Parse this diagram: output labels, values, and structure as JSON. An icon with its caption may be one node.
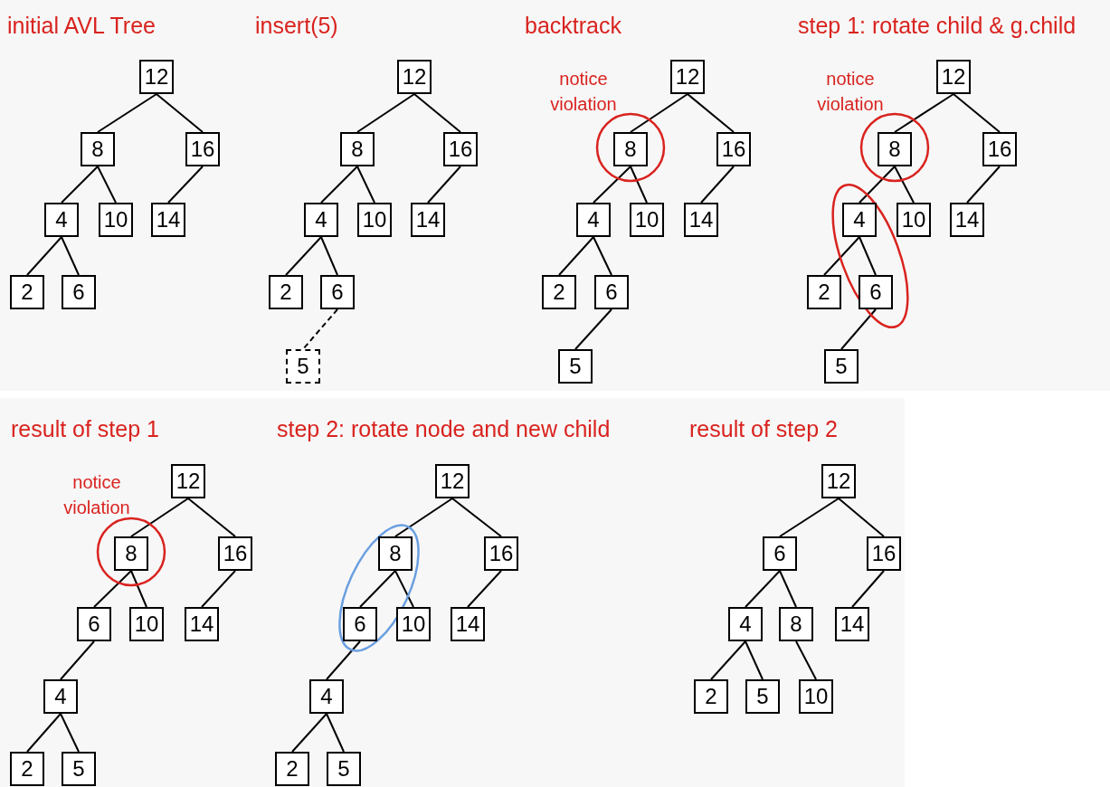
{
  "diagram": {
    "nodes": [
      {
        "text": [
          "12"
        ]
      },
      {
        "text": [
          "8"
        ]
      },
      {
        "text": [
          "16"
        ]
      },
      {
        "text": [
          "4"
        ]
      },
      {
        "text": [
          "10"
        ]
      },
      {
        "text": [
          "14"
        ]
      },
      {
        "text": [
          "2"
        ]
      },
      {
        "text": [
          "6"
        ]
      },
      {
        "text": [
          "12"
        ]
      },
      {
        "text": [
          "8"
        ]
      },
      {
        "text": [
          "16"
        ]
      },
      {
        "text": [
          "4"
        ]
      },
      {
        "text": [
          "10"
        ]
      },
      {
        "text": [
          "14"
        ]
      },
      {
        "text": [
          "2"
        ]
      },
      {
        "text": [
          "6"
        ]
      },
      {
        "text": [
          "5"
        ]
      },
      {
        "text": [
          "12"
        ]
      },
      {
        "text": [
          "8"
        ]
      },
      {
        "text": [
          "16"
        ]
      },
      {
        "text": [
          "4"
        ]
      },
      {
        "text": [
          "10"
        ]
      },
      {
        "text": [
          "14"
        ]
      },
      {
        "text": [
          "2"
        ]
      },
      {
        "text": [
          "6"
        ]
      },
      {
        "text": [
          "5"
        ]
      },
      {
        "text": [
          "12"
        ]
      },
      {
        "text": [
          "8"
        ]
      },
      {
        "text": [
          "16"
        ]
      },
      {
        "text": [
          "4"
        ]
      },
      {
        "text": [
          "10"
        ]
      },
      {
        "text": [
          "14"
        ]
      },
      {
        "text": [
          "2"
        ]
      },
      {
        "text": [
          "6"
        ]
      },
      {
        "text": [
          "5"
        ]
      },
      {
        "text": [
          "12"
        ]
      },
      {
        "text": [
          "8"
        ]
      },
      {
        "text": [
          "16"
        ]
      },
      {
        "text": [
          "6"
        ]
      },
      {
        "text": [
          "10"
        ]
      },
      {
        "text": [
          "14"
        ]
      },
      {
        "text": [
          "4"
        ]
      },
      {
        "text": [
          "2"
        ]
      },
      {
        "text": [
          "5"
        ]
      },
      {
        "text": [
          "12"
        ]
      },
      {
        "text": [
          "8"
        ]
      },
      {
        "text": [
          "16"
        ]
      },
      {
        "text": [
          "6"
        ]
      },
      {
        "text": [
          "10"
        ]
      },
      {
        "text": [
          "14"
        ]
      },
      {
        "text": [
          "4"
        ]
      },
      {
        "text": [
          "2"
        ]
      },
      {
        "text": [
          "5"
        ]
      },
      {
        "text": [
          "12"
        ]
      },
      {
        "text": [
          "6"
        ]
      },
      {
        "text": [
          "16"
        ]
      },
      {
        "text": [
          "4"
        ]
      },
      {
        "text": [
          "8"
        ]
      },
      {
        "text": [
          "14"
        ]
      },
      {
        "text": [
          "2"
        ]
      },
      {
        "text": [
          "5"
        ]
      },
      {
        "text": [
          "10"
        ]
      }
    ],
    "edges": [
      {
        "from": 0,
        "to": 1,
        "arrow": "none"
      },
      {
        "from": 0,
        "to": 2,
        "arrow": "none"
      },
      {
        "from": 1,
        "to": 3,
        "arrow": "none"
      },
      {
        "from": 1,
        "to": 4,
        "arrow": "none"
      },
      {
        "from": 2,
        "to": 5,
        "arrow": "none"
      },
      {
        "from": 3,
        "to": 6,
        "arrow": "none"
      },
      {
        "from": 3,
        "to": 7,
        "arrow": "none"
      },
      {
        "from": 8,
        "to": 9,
        "arrow": "none"
      },
      {
        "from": 8,
        "to": 10,
        "arrow": "none"
      },
      {
        "from": 9,
        "to": 11,
        "arrow": "none"
      },
      {
        "from": 9,
        "to": 12,
        "arrow": "none"
      },
      {
        "from": 10,
        "to": 13,
        "arrow": "none"
      },
      {
        "from": 11,
        "to": 14,
        "arrow": "none"
      },
      {
        "from": 11,
        "to": 15,
        "arrow": "none"
      },
      {
        "from": 15,
        "to": 16,
        "arrow": "none",
        "style": "dashed"
      },
      {
        "from": 17,
        "to": 18,
        "arrow": "none"
      },
      {
        "from": 17,
        "to": 19,
        "arrow": "none"
      },
      {
        "from": 18,
        "to": 20,
        "arrow": "none"
      },
      {
        "from": 18,
        "to": 21,
        "arrow": "none"
      },
      {
        "from": 19,
        "to": 22,
        "arrow": "none"
      },
      {
        "from": 20,
        "to": 23,
        "arrow": "none"
      },
      {
        "from": 20,
        "to": 24,
        "arrow": "none"
      },
      {
        "from": 24,
        "to": 25,
        "arrow": "none"
      },
      {
        "from": 26,
        "to": 27,
        "arrow": "none"
      },
      {
        "from": 26,
        "to": 28,
        "arrow": "none"
      },
      {
        "from": 27,
        "to": 29,
        "arrow": "none"
      },
      {
        "from": 27,
        "to": 30,
        "arrow": "none"
      },
      {
        "from": 28,
        "to": 31,
        "arrow": "none"
      },
      {
        "from": 29,
        "to": 32,
        "arrow": "none"
      },
      {
        "from": 29,
        "to": 33,
        "arrow": "none"
      },
      {
        "from": 33,
        "to": 34,
        "arrow": "none"
      },
      {
        "from": 35,
        "to": 36,
        "arrow": "none"
      },
      {
        "from": 35,
        "to": 37,
        "arrow": "none"
      },
      {
        "from": 36,
        "to": 38,
        "arrow": "none"
      },
      {
        "from": 36,
        "to": 39,
        "arrow": "none"
      },
      {
        "from": 37,
        "to": 40,
        "arrow": "none"
      },
      {
        "from": 38,
        "to": 41,
        "arrow": "none"
      },
      {
        "from": 41,
        "to": 42,
        "arrow": "none"
      },
      {
        "from": 41,
        "to": 43,
        "arrow": "none"
      },
      {
        "from": 44,
        "to": 45,
        "arrow": "none"
      },
      {
        "from": 44,
        "to": 46,
        "arrow": "none"
      },
      {
        "from": 45,
        "to": 47,
        "arrow": "none"
      },
      {
        "from": 45,
        "to": 48,
        "arrow": "none"
      },
      {
        "from": 46,
        "to": 49,
        "arrow": "none"
      },
      {
        "from": 47,
        "to": 50,
        "arrow": "none"
      },
      {
        "from": 50,
        "to": 51,
        "arrow": "none"
      },
      {
        "from": 50,
        "to": 52,
        "arrow": "none"
      },
      {
        "from": 53,
        "to": 54,
        "arrow": "none"
      },
      {
        "from": 53,
        "to": 55,
        "arrow": "none"
      },
      {
        "from": 54,
        "to": 56,
        "arrow": "none"
      },
      {
        "from": 54,
        "to": 57,
        "arrow": "none"
      },
      {
        "from": 55,
        "to": 58,
        "arrow": "none"
      },
      {
        "from": 56,
        "to": 59,
        "arrow": "none"
      },
      {
        "from": 56,
        "to": 60,
        "arrow": "none"
      },
      {
        "from": 57,
        "to": 61,
        "arrow": "none"
      }
    ],
    "labels": [
      "initial AVL Tree",
      "insert(5)",
      "backtrack",
      "step 1: rotate child & g.child",
      "notice violation",
      "notice violation",
      "result of step 1",
      "step 2: rotate node and new child",
      "result of step 2",
      "notice violation"
    ]
  }
}
